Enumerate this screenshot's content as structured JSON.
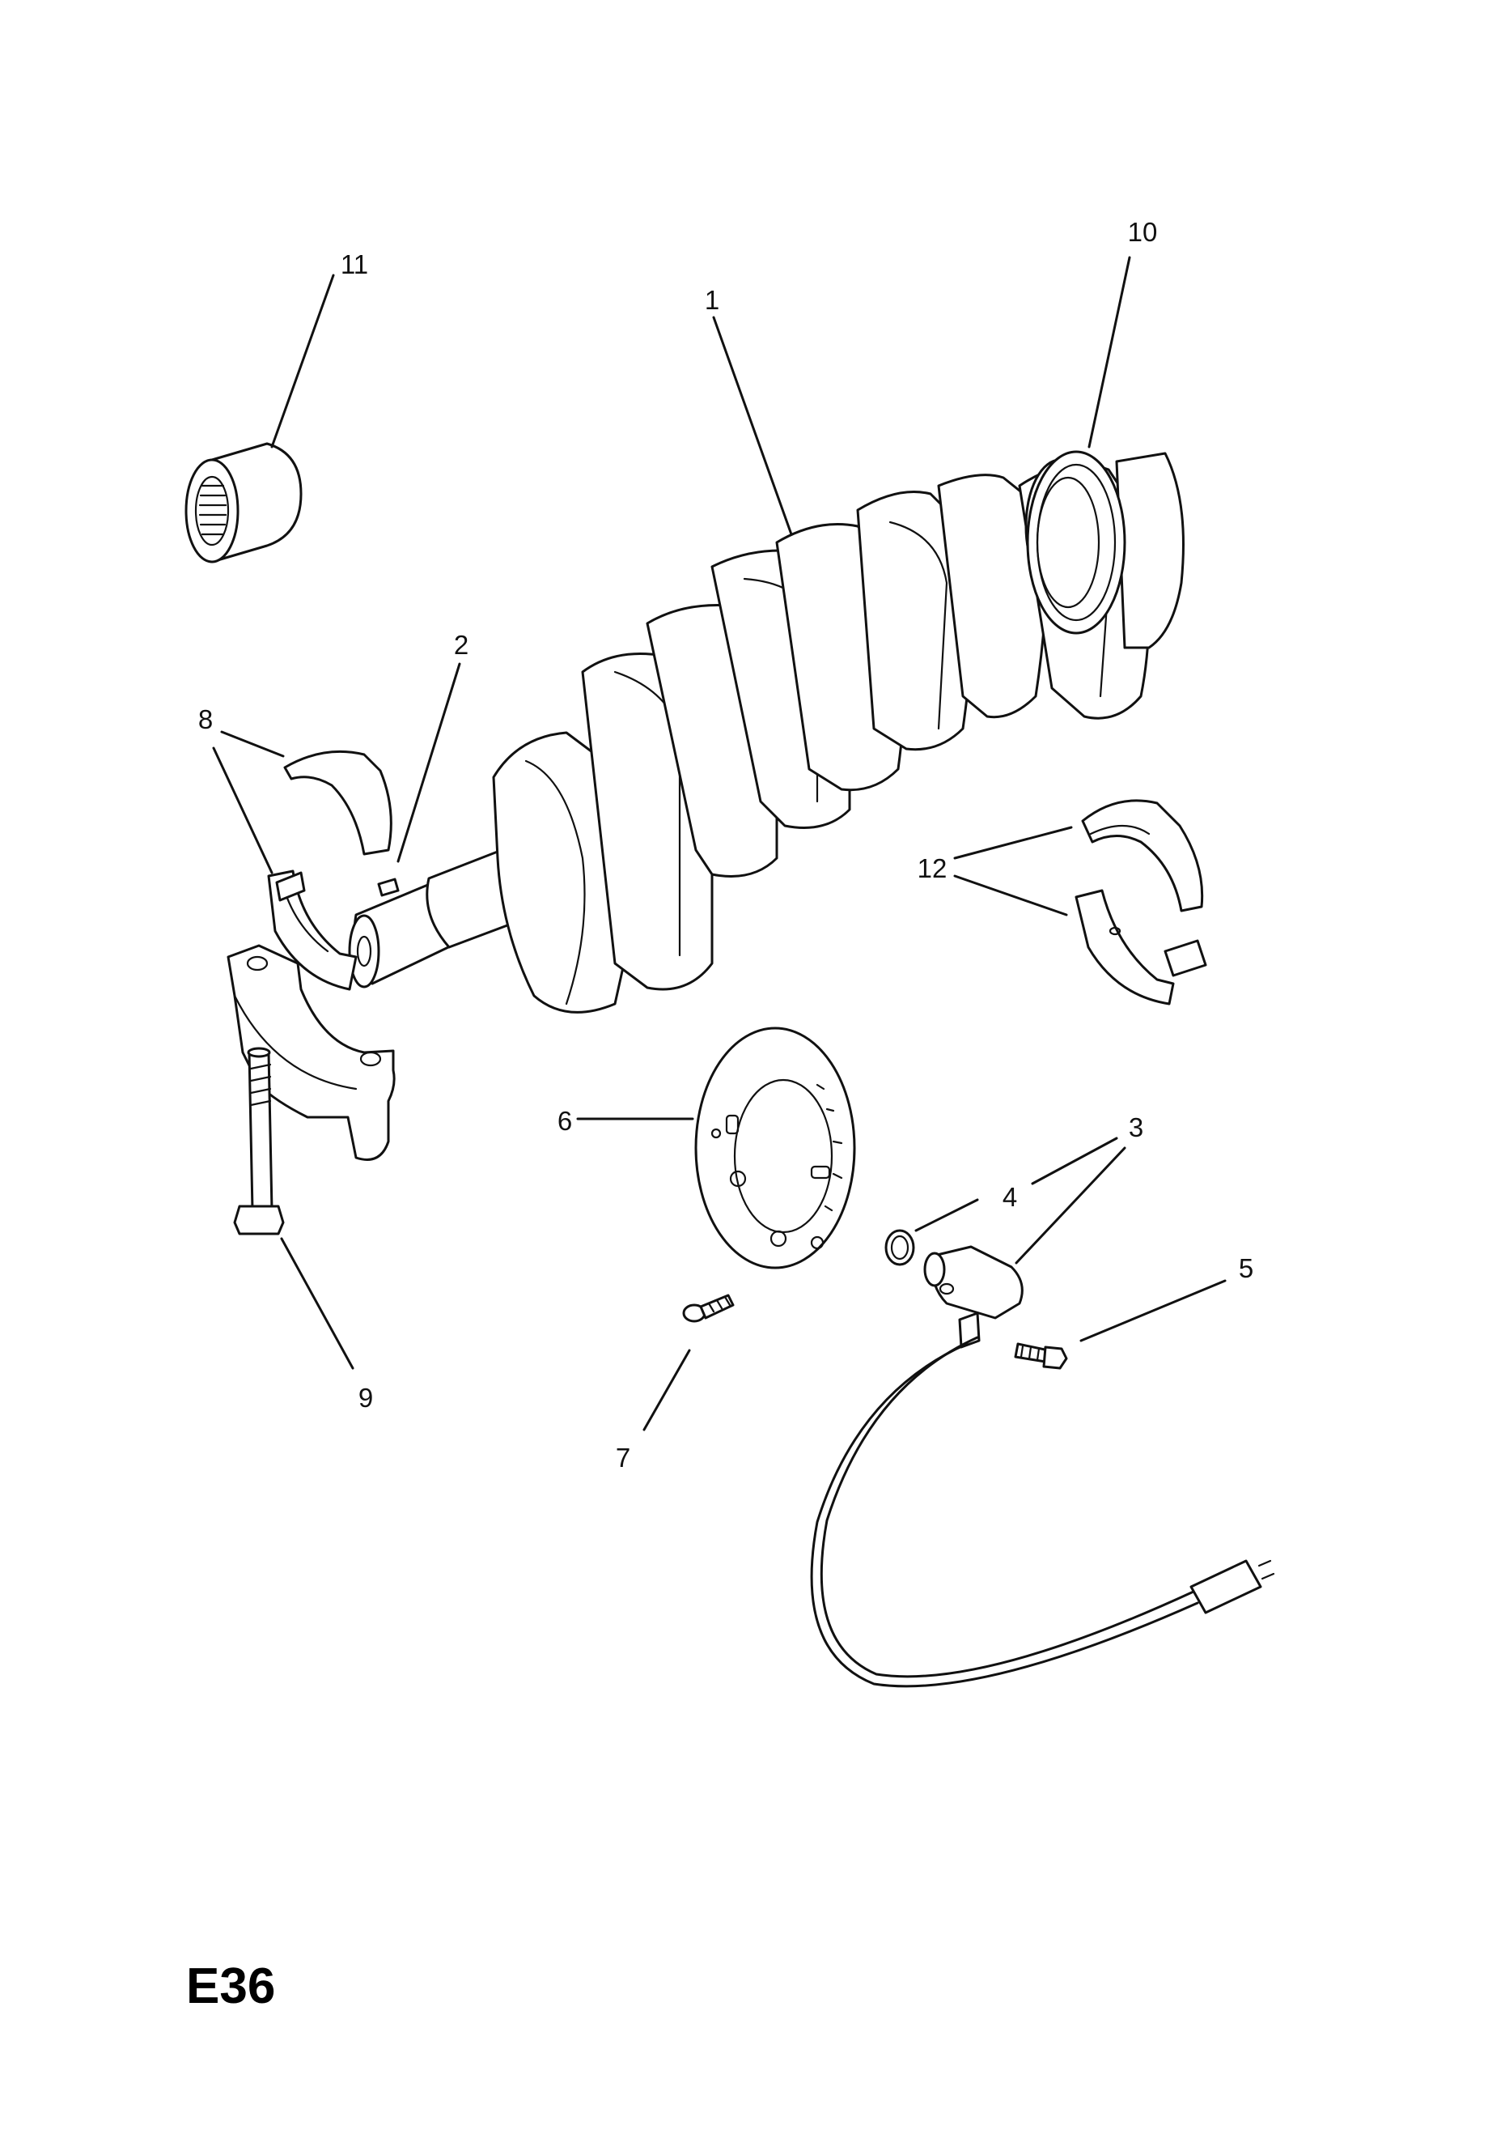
{
  "page_code": "E36",
  "callouts": [
    {
      "id": "1",
      "label": "1"
    },
    {
      "id": "2",
      "label": "2"
    },
    {
      "id": "3",
      "label": "3"
    },
    {
      "id": "4",
      "label": "4"
    },
    {
      "id": "5",
      "label": "5"
    },
    {
      "id": "6",
      "label": "6"
    },
    {
      "id": "7",
      "label": "7"
    },
    {
      "id": "8",
      "label": "8"
    },
    {
      "id": "9",
      "label": "9"
    },
    {
      "id": "10",
      "label": "10"
    },
    {
      "id": "11",
      "label": "11"
    },
    {
      "id": "12",
      "label": "12"
    }
  ]
}
